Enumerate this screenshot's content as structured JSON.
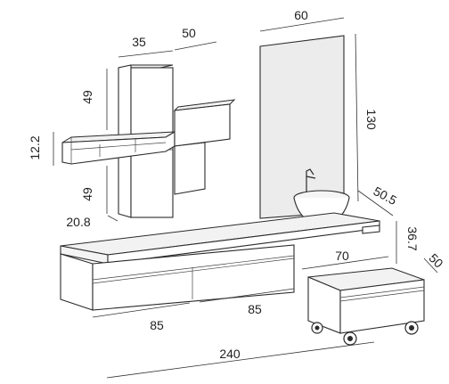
{
  "dimensions": {
    "cabinet_width": "35",
    "wall_unit_width": "50",
    "mirror_width": "60",
    "tall_cabinet_height_top": "49",
    "shelf_height": "12.2",
    "tall_cabinet_height_bottom": "49",
    "tall_cabinet_depth": "20.8",
    "mirror_height": "130",
    "top_depth": "50.5",
    "side_height": "36.7",
    "trolley_depth": "50",
    "trolley_width": "70",
    "drawer_left_width": "85",
    "drawer_right_width": "85",
    "total_width": "240"
  },
  "colors": {
    "line": "#2a2a2a",
    "mirror_fill": "#ececec",
    "top_fill": "#f4f4f4"
  }
}
